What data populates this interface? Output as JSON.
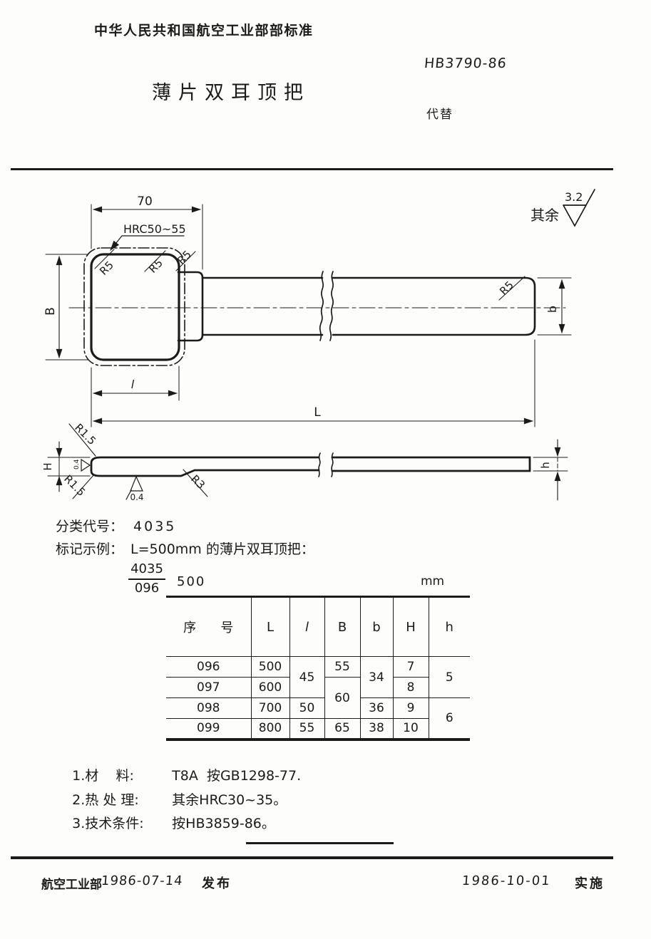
{
  "header": {
    "ministry_standard": "中华人民共和国航空工业部部标准",
    "standard_number": "HB3790-86",
    "title": "薄片双耳顶把",
    "supersede_label": "代替"
  },
  "drawing": {
    "surface_finish": {
      "scope": "其余",
      "value": "3.2"
    },
    "labels": {
      "width_70": "70",
      "hardness": "HRC50~55",
      "r5": "R5",
      "dim_B": "B",
      "dim_b": "b",
      "dim_l": "l",
      "dim_L": "L",
      "r1_5": "R1.5",
      "dim_H": "H",
      "dim_h": "h",
      "r3": "R3",
      "roughness_0_4": "0.4"
    }
  },
  "classification": {
    "label": "分类代号：",
    "code": "4035"
  },
  "marking_example": {
    "label": "标记示例：",
    "text": "L=500mm 的薄片双耳顶把：",
    "designation_numerator": "4035",
    "designation_denominator": "096",
    "designation_size": "500"
  },
  "table": {
    "unit": "mm",
    "headers": {
      "no": "序      号",
      "L": "L",
      "l": "l",
      "B": "B",
      "b": "b",
      "H": "H",
      "h": "h"
    },
    "rows": [
      {
        "no": "096",
        "L": "500",
        "l": "45",
        "B": "55",
        "b": "34",
        "H": "7",
        "h": "5"
      },
      {
        "no": "097",
        "L": "600",
        "B": "60",
        "H": "8"
      },
      {
        "no": "098",
        "L": "700",
        "l": "50",
        "b": "36",
        "H": "9",
        "h": "6"
      },
      {
        "no": "099",
        "L": "800",
        "l": "55",
        "B": "65",
        "b": "38",
        "H": "10"
      }
    ]
  },
  "notes": {
    "n1_label": "1.材    料:",
    "n1_text": "T8A  按GB1298-77.",
    "n2_label": "2.热 处 理:",
    "n2_text": "其余HRC30~35。",
    "n3_label": "3.技术条件:",
    "n3_text": "按HB3859-86。"
  },
  "footer": {
    "issuer": "航空工业部",
    "issue_date": "1986-07-14",
    "issue_label": "发布",
    "effective_date": "1986-10-01",
    "effective_label": "实施"
  }
}
